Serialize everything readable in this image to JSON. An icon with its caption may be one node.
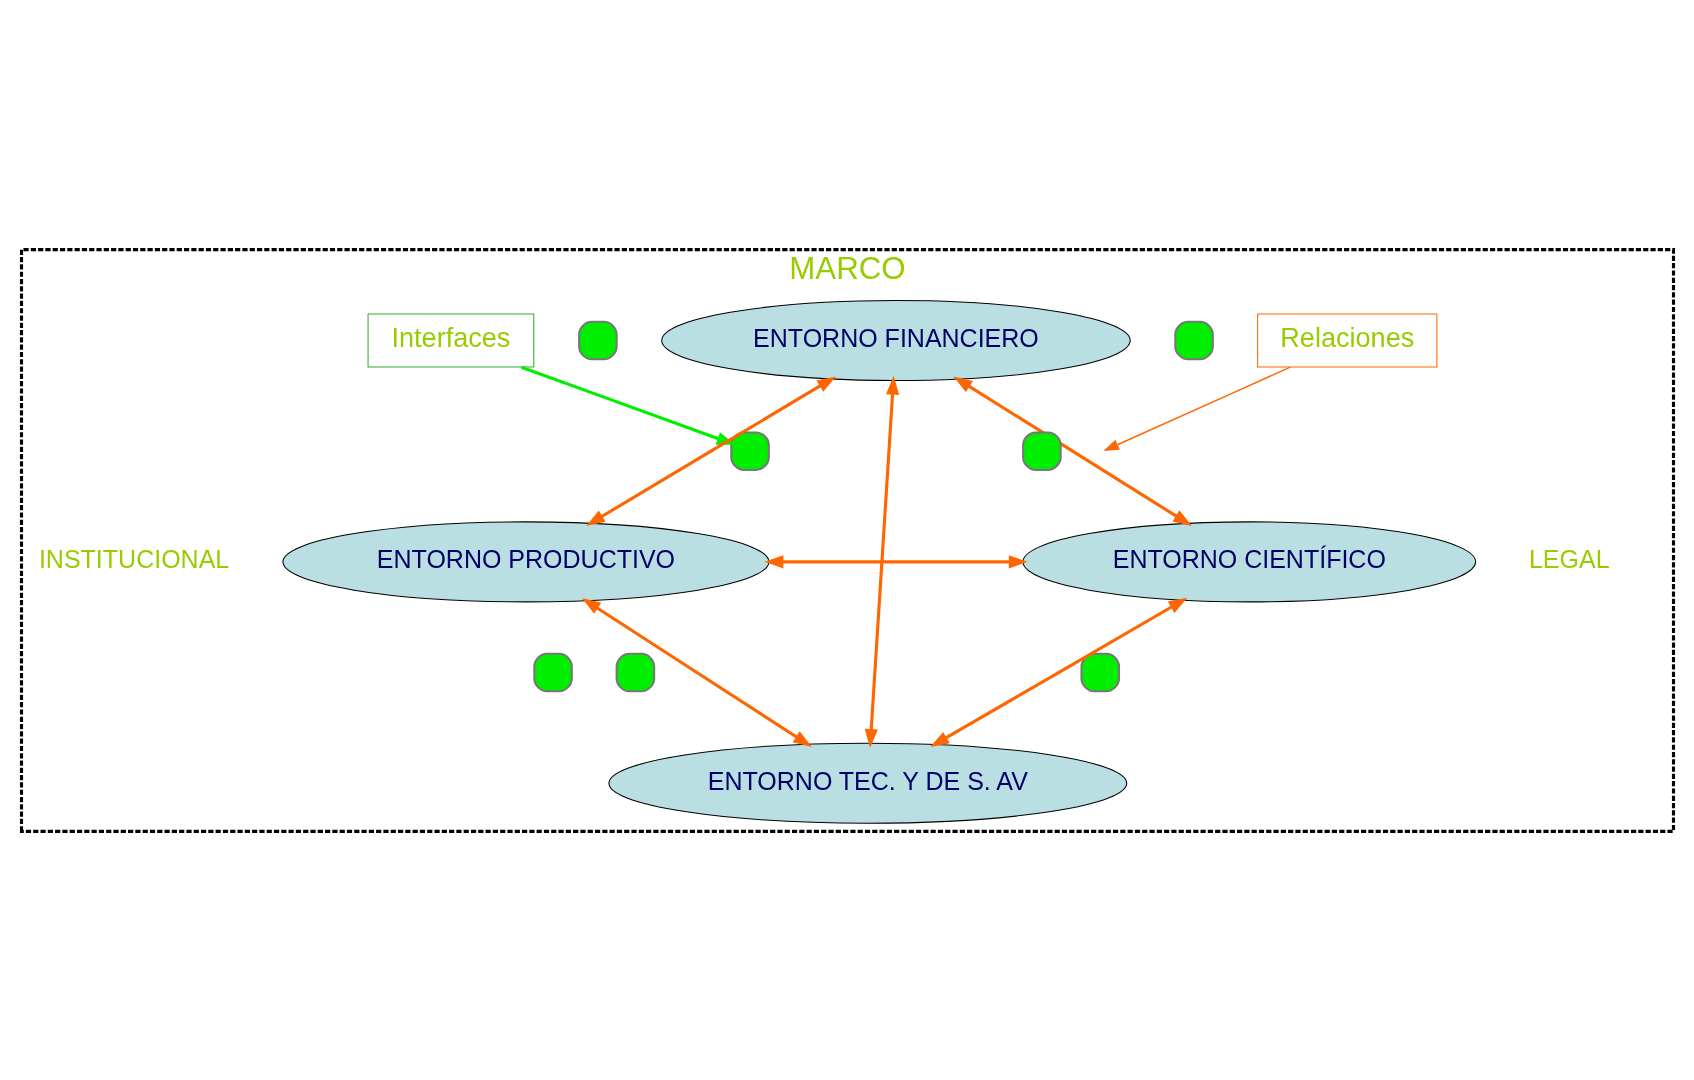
{
  "diagram": {
    "nodes": [
      {
        "text": [
          "MARCO"
        ]
      },
      {
        "text": [
          "Interfaces"
        ],
        "in": 0
      },
      {
        "text": [
          "Relaciones"
        ],
        "in": 0
      },
      {
        "text": [
          "ENTORNO FINANCIERO"
        ],
        "in": 0
      },
      {
        "text": [
          "ENTORNO PRODUCTIVO"
        ],
        "in": 0
      },
      {
        "text": [
          "ENTORNO CIENTÍFICO"
        ],
        "in": 0
      },
      {
        "text": [
          "ENTORNO TEC. Y DE S. AV"
        ],
        "in": 0
      },
      {
        "text": [],
        "shape": "box",
        "in": 0
      },
      {
        "text": [],
        "shape": "box",
        "in": 0
      },
      {
        "text": [],
        "shape": "box",
        "in": 0
      },
      {
        "text": [],
        "shape": "box",
        "in": 0
      },
      {
        "text": [],
        "shape": "box",
        "in": 0
      },
      {
        "text": [],
        "shape": "box",
        "in": 0
      },
      {
        "text": [],
        "shape": "box",
        "in": 0
      }
    ],
    "edges": [
      {
        "from": 1,
        "to": 9,
        "arrow": "to",
        "color": "#00ee00"
      },
      {
        "from": 2,
        "to": null,
        "arrow": "to"
      },
      {
        "from": 4,
        "to": 3,
        "arrow": "both"
      },
      {
        "from": 3,
        "to": 5,
        "arrow": "both"
      },
      {
        "from": 4,
        "to": 6,
        "arrow": "both"
      },
      {
        "from": 6,
        "to": 5,
        "arrow": "both"
      },
      {
        "from": 3,
        "to": 6,
        "arrow": "both"
      },
      {
        "from": 4,
        "to": 5,
        "arrow": "both"
      }
    ],
    "labels": [
      "INSTITUCIONAL",
      "LEGAL"
    ]
  }
}
